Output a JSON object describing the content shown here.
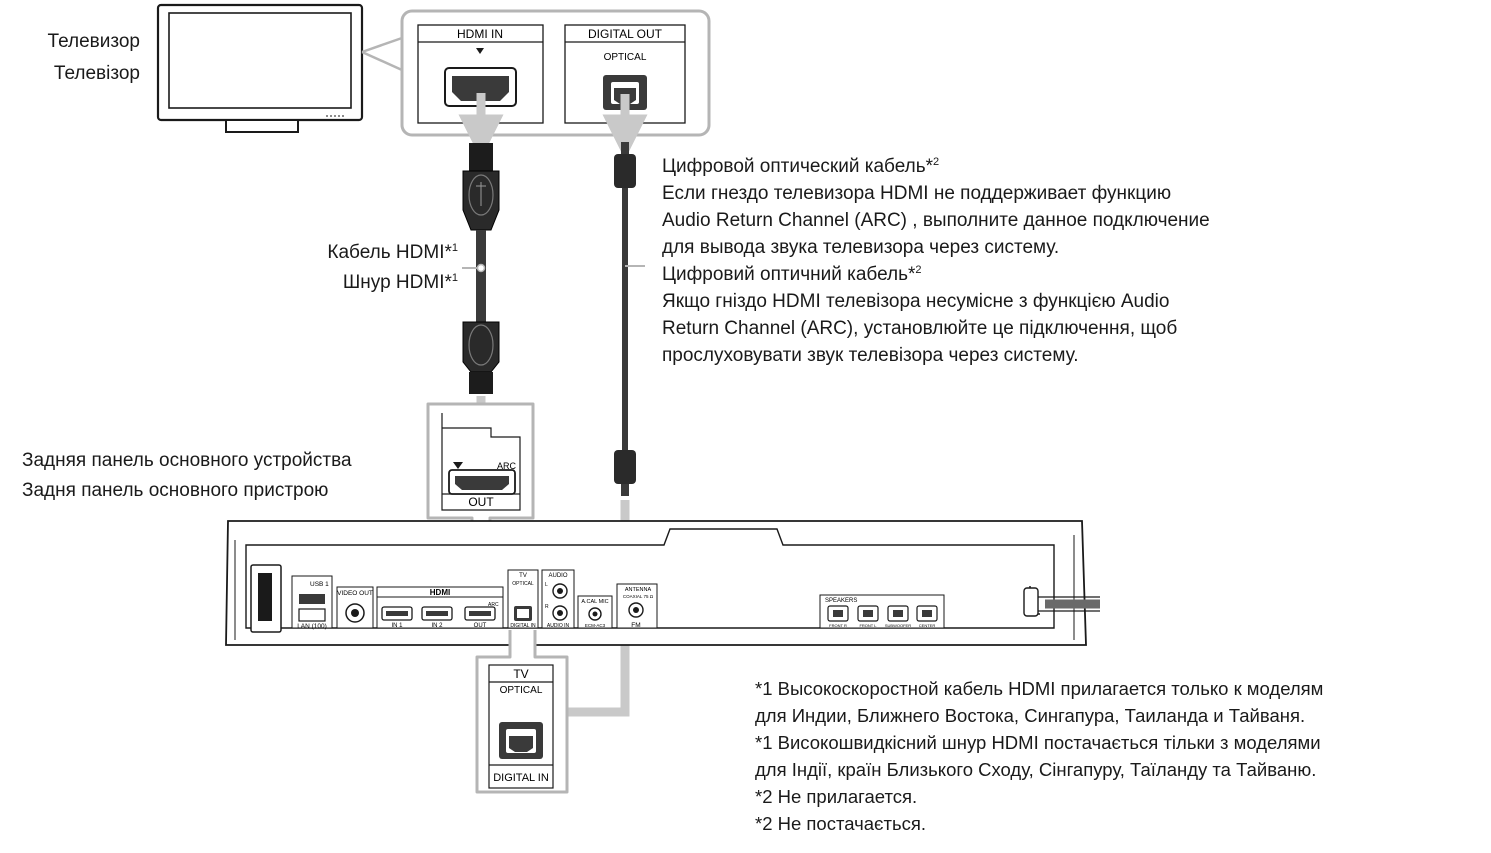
{
  "tv": {
    "label_ru": "Телевизор",
    "label_uk": "Телевізор",
    "port_hdmi_in": "HDMI IN",
    "port_digital_out": "DIGITAL OUT",
    "port_optical": "OPTICAL"
  },
  "hdmi_cable": {
    "label_ru": "Кабель HDMI*",
    "label_ru_sup": "1",
    "label_uk": "Шнур HDMI*",
    "label_uk_sup": "1"
  },
  "optical_cable": {
    "title_ru": "Цифровой оптический кабель*",
    "title_ru_sup": "2",
    "text_ru": [
      "Если гнездо телевизора HDMI не поддерживает функцию",
      "Audio Return Channel (ARC) , выполните данное подключение",
      "для вывода звука телевизора через систему."
    ],
    "title_uk": "Цифровий оптичний кабель*",
    "title_uk_sup": "2",
    "text_uk": [
      "Якщо гніздо HDMI телевізора несумісне з функцією Audio",
      "Return Channel (ARC), установлюйте це підключення, щоб",
      "прослуховувати звук телевізора через систему."
    ]
  },
  "main_unit": {
    "label_ru": "Задняя панель основного устройства",
    "label_uk": "Задня панель основного пристрою",
    "hdmi_out_callout": {
      "arc": "ARC",
      "out": "OUT"
    },
    "panel_labels": {
      "usb": "USB 1",
      "lan": "LAN (100)",
      "video_out": "VIDEO OUT",
      "hdmi_group": "HDMI",
      "in1": "IN 1",
      "in2": "IN 2",
      "out": "OUT",
      "arc": "ARC",
      "tv": "TV",
      "optical": "OPTICAL",
      "digital_in": "DIGITAL IN",
      "audio": "AUDIO",
      "audio_l": "L",
      "audio_r": "R",
      "audio_in": "AUDIO IN",
      "acal_mic": "A.CAL MIC",
      "ecm": "ECM-AC3",
      "antenna": "ANTENNA",
      "coaxial": "COAXIAL 75 Ω",
      "fm": "FM",
      "speakers": "SPEAKERS",
      "front_r": "FRONT R",
      "front_l": "FRONT L",
      "subwoofer": "SUBWOOFER",
      "center": "CENTER"
    },
    "optical_callout": {
      "tv": "TV",
      "optical": "OPTICAL",
      "digital_in": "DIGITAL IN"
    }
  },
  "footnotes": [
    "*1 Высокоскоростной кабель HDMI прилагается только к моделям",
    "для Индии, Ближнего Востока, Сингапура, Таиланда и Тайваня.",
    "*1 Високошвидкісний шнур HDMI постачається тільки з моделями",
    "для Індії, країн Близького Сходу, Сінгапуру, Таїланду та Тайваню.",
    "*2 Не прилагается.",
    "*2 Не постачається."
  ]
}
